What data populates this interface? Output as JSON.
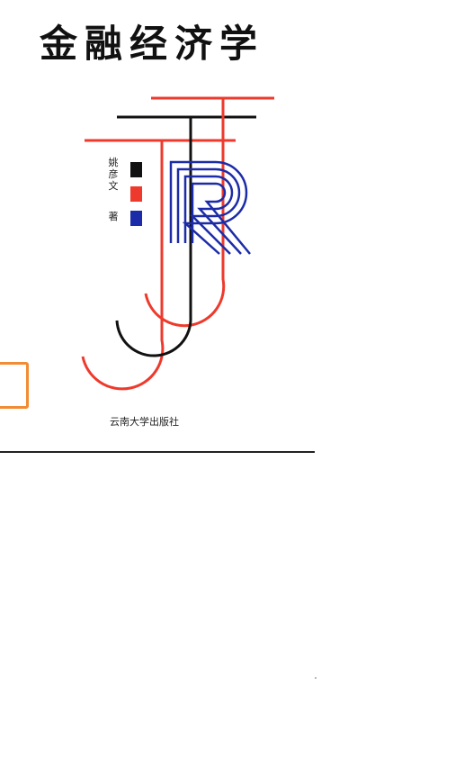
{
  "cover": {
    "title": "金融经济学",
    "author": "姚彦文",
    "author_role": "著",
    "publisher": "云南大学出版社"
  },
  "colors": {
    "black": "#111111",
    "red": "#ee3a2c",
    "blue": "#1c2ca8",
    "orange": "#f28c34"
  },
  "logo": {
    "icon": "jfr-monogram-icon"
  }
}
